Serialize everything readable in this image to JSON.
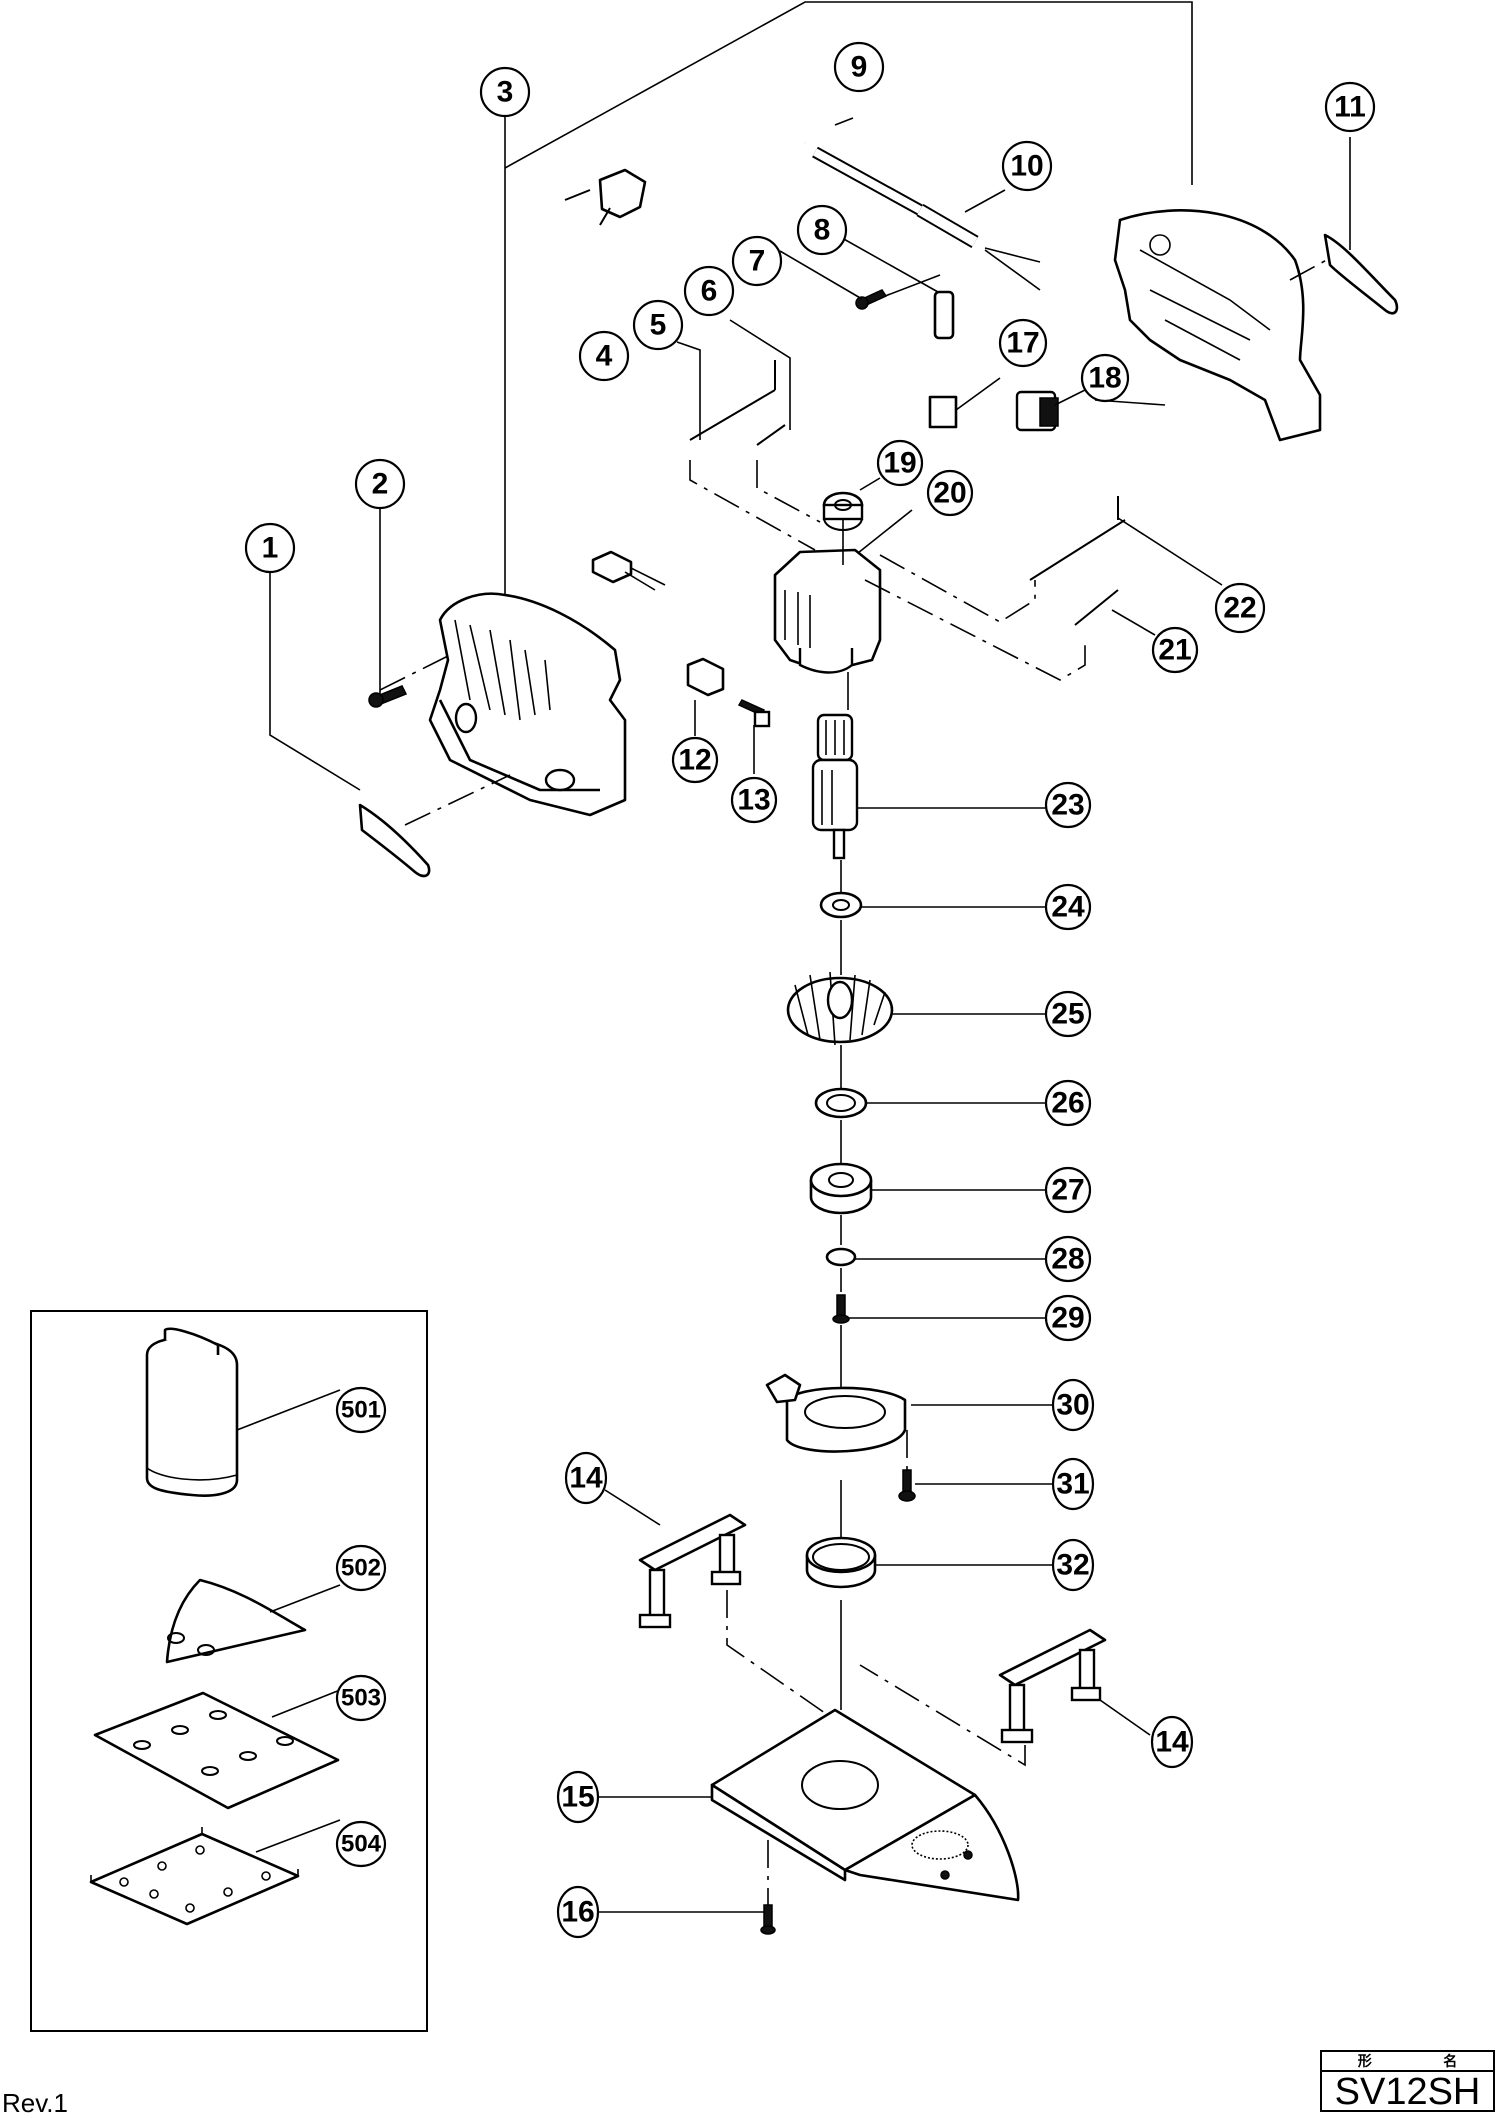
{
  "document": {
    "revision": "Rev.1",
    "model_label_chars": [
      "形",
      "名"
    ],
    "model": "SV12SH"
  },
  "callouts": [
    {
      "id": "1",
      "part": "label-left"
    },
    {
      "id": "2",
      "part": "tapping-screw"
    },
    {
      "id": "3",
      "part": "housing-set"
    },
    {
      "id": "4",
      "part": "internal-wire-group"
    },
    {
      "id": "5",
      "part": "internal-wire"
    },
    {
      "id": "6",
      "part": "internal-wire"
    },
    {
      "id": "7",
      "part": "tapping-screw"
    },
    {
      "id": "8",
      "part": "cord-clip"
    },
    {
      "id": "9",
      "part": "cord"
    },
    {
      "id": "10",
      "part": "cord-armor"
    },
    {
      "id": "11",
      "part": "label-right"
    },
    {
      "id": "12",
      "part": "brush-holder"
    },
    {
      "id": "13",
      "part": "carbon-brush"
    },
    {
      "id": "14",
      "part": "pad-support"
    },
    {
      "id": "15",
      "part": "pad"
    },
    {
      "id": "16",
      "part": "screw"
    },
    {
      "id": "17",
      "part": "noise-suppressor"
    },
    {
      "id": "18",
      "part": "switch"
    },
    {
      "id": "19",
      "part": "ball-bearing"
    },
    {
      "id": "20",
      "part": "stator"
    },
    {
      "id": "21",
      "part": "internal-wire"
    },
    {
      "id": "22",
      "part": "internal-wire"
    },
    {
      "id": "23",
      "part": "armature"
    },
    {
      "id": "24",
      "part": "ball-bearing"
    },
    {
      "id": "25",
      "part": "fan"
    },
    {
      "id": "26",
      "part": "washer"
    },
    {
      "id": "27",
      "part": "ball-bearing"
    },
    {
      "id": "28",
      "part": "washer"
    },
    {
      "id": "29",
      "part": "screw"
    },
    {
      "id": "30",
      "part": "bearing-holder"
    },
    {
      "id": "31",
      "part": "tapping-screw"
    },
    {
      "id": "32",
      "part": "ring"
    }
  ],
  "accessories": [
    {
      "id": "501",
      "part": "dust-bag"
    },
    {
      "id": "502",
      "part": "sanding-paper-triangle"
    },
    {
      "id": "503",
      "part": "sanding-paper-rect"
    },
    {
      "id": "504",
      "part": "punch-plate"
    }
  ]
}
